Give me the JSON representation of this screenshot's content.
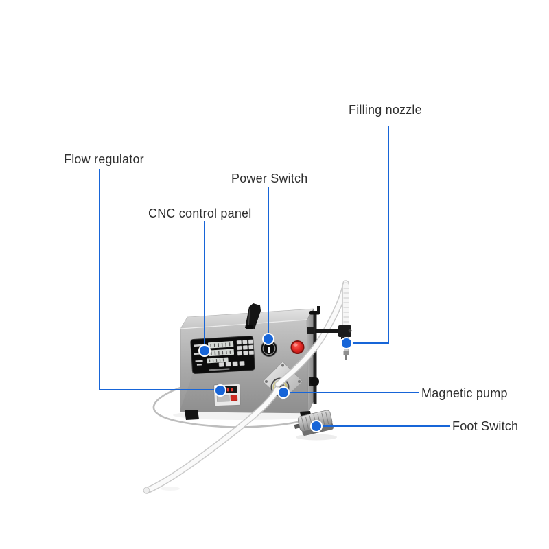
{
  "colors": {
    "background": "#ffffff",
    "annotation_blue": "#1765d8",
    "label_text": "#2f2f2f",
    "machine_steel": "#a9a9a9",
    "emergency_button_red": "#d22424"
  },
  "annotations": {
    "filling_nozzle": {
      "label": "Filling nozzle"
    },
    "flow_regulator": {
      "label": "Flow regulator"
    },
    "power_switch": {
      "label": "Power Switch"
    },
    "cnc_control_panel": {
      "label": "CNC control panel"
    },
    "magnetic_pump": {
      "label": "Magnetic pump"
    },
    "foot_switch": {
      "label": "Foot Switch"
    }
  },
  "machine": {
    "visible_parts": [
      "carry-handle",
      "cnc-control-panel",
      "power-switch",
      "emergency-red-button",
      "flow-regulator-unit",
      "pump-mount-plate",
      "magnetic-pump",
      "support-rod",
      "nozzle-arm",
      "filling-nozzle",
      "delivery-tube",
      "suction-tube",
      "power-cable",
      "foot-pedal"
    ]
  }
}
